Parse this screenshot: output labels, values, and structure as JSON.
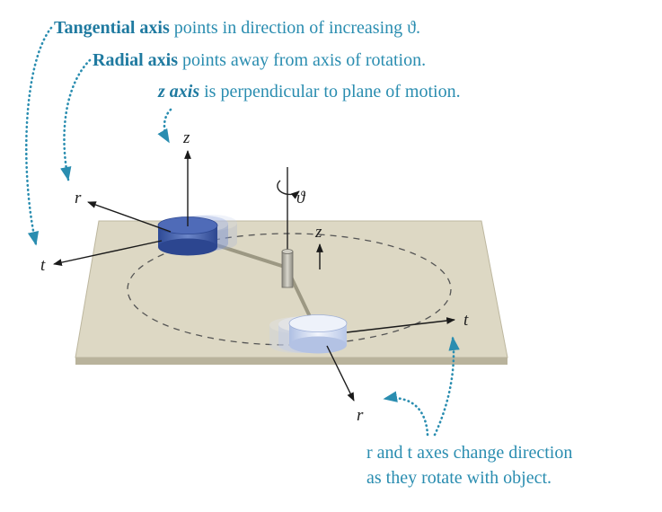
{
  "captions": {
    "tangential": {
      "bold": "Tangential axis",
      "rest": " points in direction of increasing ϑ."
    },
    "radial": {
      "bold": "Radial axis",
      "rest": " points away from axis of rotation."
    },
    "z_axis": {
      "bold": "z axis",
      "rest": " is perpendicular to plane of motion."
    },
    "change_line1": "r and t axes change direction",
    "change_line2": "as they rotate with object."
  },
  "axis_labels": {
    "z_left": "z",
    "r_left": "r",
    "t_left": "t",
    "z_center": "z",
    "theta": "ϑ",
    "t_right": "t",
    "r_bottom": "r"
  },
  "colors": {
    "annotation": "#2a8db0",
    "plane_top": "#ddd8c4",
    "plane_edge": "#b9b39c",
    "puck_dark": "#3f59a8",
    "puck_light": "#d9e3f5",
    "axis": "#1a1a1a"
  }
}
